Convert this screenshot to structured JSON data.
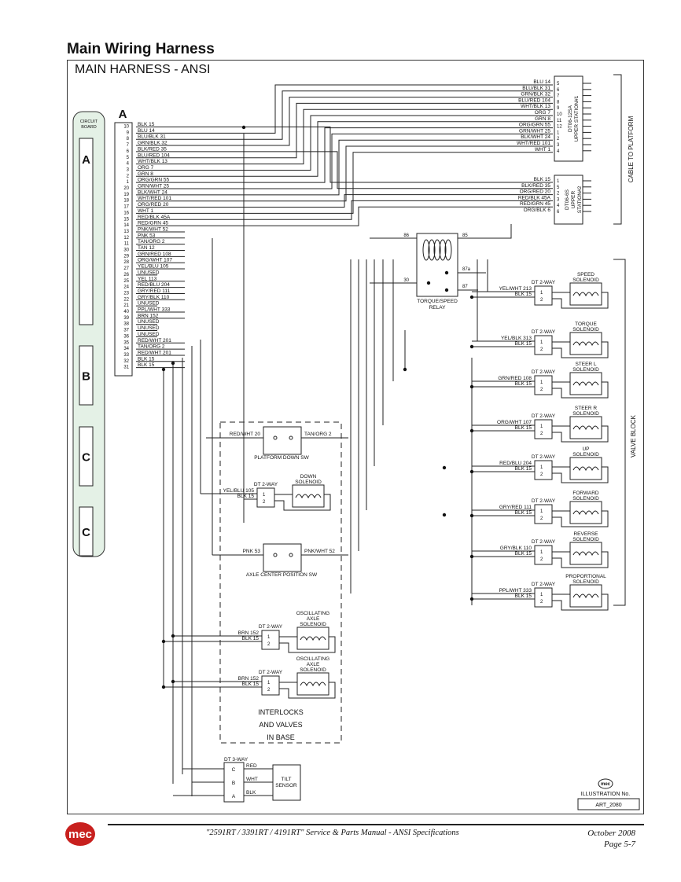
{
  "page": {
    "title": "Main Wiring Harness",
    "diagram_title": "MAIN HARNESS - ANSI"
  },
  "circuit_board": {
    "label": "CIRCUIT BOARD",
    "label_line1": "CIRCUIT",
    "label_line2": "BOARD",
    "slots": [
      "A",
      "B",
      "C",
      "C"
    ]
  },
  "connector_a": {
    "label": "A",
    "pins": [
      {
        "pin": "10",
        "wire": "BLK 15"
      },
      {
        "pin": "9",
        "wire": "BLU 14"
      },
      {
        "pin": "8",
        "wire": "BLU/BLK 31"
      },
      {
        "pin": "7",
        "wire": "GRN/BLK 32"
      },
      {
        "pin": "6",
        "wire": "BLK/RED 35"
      },
      {
        "pin": "5",
        "wire": "BLU/RED 104"
      },
      {
        "pin": "4",
        "wire": "WHT/BLK 13"
      },
      {
        "pin": "3",
        "wire": "ORG 7"
      },
      {
        "pin": "2",
        "wire": "GRN 8"
      },
      {
        "pin": "1",
        "wire": "ORG/GRN 55"
      },
      {
        "pin": "20",
        "wire": "GRN/WHT 25"
      },
      {
        "pin": "19",
        "wire": "BLK/WHT 24"
      },
      {
        "pin": "18",
        "wire": "WHT/RED 101"
      },
      {
        "pin": "17",
        "wire": "ORG/RED 20"
      },
      {
        "pin": "16",
        "wire": "WHT 1"
      },
      {
        "pin": "15",
        "wire": "RED/BLK 45A"
      },
      {
        "pin": "14",
        "wire": "RED/GRN 45"
      },
      {
        "pin": "13",
        "wire": "PNK/WHT 52"
      },
      {
        "pin": "12",
        "wire": "PNK 53"
      },
      {
        "pin": "11",
        "wire": "TAN/ORG 2"
      },
      {
        "pin": "30",
        "wire": "TAN 12"
      },
      {
        "pin": "29",
        "wire": "GRN/RED 108"
      },
      {
        "pin": "28",
        "wire": "ORG/WHT 107"
      },
      {
        "pin": "27",
        "wire": "YEL/BLU 105"
      },
      {
        "pin": "26",
        "wire": "UNUSED"
      },
      {
        "pin": "25",
        "wire": "YEL 113"
      },
      {
        "pin": "24",
        "wire": "RED/BLU 204"
      },
      {
        "pin": "23",
        "wire": "GRY/RED 111"
      },
      {
        "pin": "22",
        "wire": "GRY/BLK 110"
      },
      {
        "pin": "21",
        "wire": "UNUSED"
      },
      {
        "pin": "40",
        "wire": "PPL/WHT 333"
      },
      {
        "pin": "39",
        "wire": "BRN 152"
      },
      {
        "pin": "38",
        "wire": "UNUSED"
      },
      {
        "pin": "37",
        "wire": "UNUSED"
      },
      {
        "pin": "36",
        "wire": "UNUSED"
      },
      {
        "pin": "35",
        "wire": "RED/WHT 201"
      },
      {
        "pin": "34",
        "wire": "TAN/ORG 2"
      },
      {
        "pin": "33",
        "wire": "RED/WHT 201"
      },
      {
        "pin": "32",
        "wire": "BLK 15"
      },
      {
        "pin": "31",
        "wire": "BLK 15"
      }
    ]
  },
  "upper_station_1": {
    "label_line1": "DT06-12SA",
    "label_line2": "UPPER STATION#1",
    "pins": [
      {
        "pin": "5",
        "wire": "BLU 14"
      },
      {
        "pin": "6",
        "wire": "BLU/BLK 31"
      },
      {
        "pin": "7",
        "wire": "GRN/BLK 32"
      },
      {
        "pin": "8",
        "wire": "BLU/RED 104"
      },
      {
        "pin": "9",
        "wire": "WHT/BLK 13"
      },
      {
        "pin": "10",
        "wire": "ORG 7"
      },
      {
        "pin": "11",
        "wire": "GRN 8"
      },
      {
        "pin": "12",
        "wire": "ORG/GRN 55"
      },
      {
        "pin": "1",
        "wire": "GRN/WHT 25"
      },
      {
        "pin": "2",
        "wire": "BLK/WHT 24"
      },
      {
        "pin": "3",
        "wire": "WHT/RED 101"
      },
      {
        "pin": "4",
        "wire": "WHT 1"
      }
    ]
  },
  "upper_station_2": {
    "label_line1": "DT06-6S",
    "label_line2": "UPPER",
    "label_line3": "STATION#2",
    "pins": [
      {
        "pin": "1",
        "wire": "BLK 15"
      },
      {
        "pin": "5",
        "wire": "BLK/RED 35"
      },
      {
        "pin": "2",
        "wire": "ORG/RED 20"
      },
      {
        "pin": "3",
        "wire": "RED/BLK 45A"
      },
      {
        "pin": "4",
        "wire": "RED/GRN 45"
      },
      {
        "pin": "6",
        "wire": "ORG/BLK 6"
      }
    ]
  },
  "cable_to_platform": "CABLE TO  PLATFORM",
  "valve_block": "VALVE BLOCK",
  "relay": {
    "label_line1": "TORQUE/SPEED",
    "label_line2": "RELAY",
    "terminals": [
      "86",
      "85",
      "87a",
      "30",
      "87"
    ]
  },
  "valve_solenoids": [
    {
      "name_line1": "SPEED",
      "name_line2": "SOLENOID",
      "connector": "DT 2-WAY",
      "wire1": "YEL/WHT 213",
      "wire2": "BLK 15"
    },
    {
      "name_line1": "TORQUE",
      "name_line2": "SOLENOID",
      "connector": "DT 2-WAY",
      "wire1": "YEL/BLK 313",
      "wire2": "BLK 15"
    },
    {
      "name_line1": "STEER L",
      "name_line2": "SOLENOID",
      "connector": "DT 2-WAY",
      "wire1": "GRN/RED 108",
      "wire2": "BLK 15"
    },
    {
      "name_line1": "STEER R",
      "name_line2": "SOLENOID",
      "connector": "DT 2-WAY",
      "wire1": "ORG/WHT 107",
      "wire2": "BLK 15"
    },
    {
      "name_line1": "UP",
      "name_line2": "SOLENOID",
      "connector": "DT 2-WAY",
      "wire1": "RED/BLU 204",
      "wire2": "BLK 15"
    },
    {
      "name_line1": "FORWARD",
      "name_line2": "SOLENOID",
      "connector": "DT 2-WAY",
      "wire1": "GRY/RED 111",
      "wire2": "BLK 15"
    },
    {
      "name_line1": "REVERSE",
      "name_line2": "SOLENOID",
      "connector": "DT 2-WAY",
      "wire1": "GRY/BLK 110",
      "wire2": "BLK 15"
    },
    {
      "name_line1": "PROPORTIONAL",
      "name_line2": "SOLENOID",
      "connector": "DT 2-WAY",
      "wire1": "PPL/WHT 333",
      "wire2": "BLK 15"
    }
  ],
  "base": {
    "platform_down_sw": {
      "label": "PLATFORM DOWN SW",
      "wire_left": "RED/WHT 20",
      "wire_right": "TAN/ORG 2"
    },
    "down_solenoid": {
      "name_line1": "DOWN",
      "name_line2": "SOLENOID",
      "connector": "DT 2-WAY",
      "wire1": "YEL/BLU 105",
      "wire2": "BLK 15"
    },
    "axle_sw": {
      "label": "AXLE CENTER POSITION SW",
      "wire_left": "PNK 53",
      "wire_right": "PNK/WHT 52"
    },
    "osc_solenoids": [
      {
        "name_line1": "OSCILLATING",
        "name_line2": "AXLE",
        "name_line3": "SOLENOID",
        "connector": "DT 2-WAY",
        "wire1": "BRN 152",
        "wire2": "BLK 15"
      },
      {
        "name_line1": "OSCILLATING",
        "name_line2": "AXLE",
        "name_line3": "SOLENOID",
        "connector": "DT 2-WAY",
        "wire1": "BRN 152",
        "wire2": "BLK 15"
      }
    ],
    "caption_line1": "INTERLOCKS",
    "caption_line2": "AND VALVES",
    "caption_line3": "IN BASE"
  },
  "tilt_sensor": {
    "connector": "DT 3-WAY",
    "label_line1": "TILT",
    "label_line2": "SENSOR",
    "pins": [
      {
        "pin": "C",
        "wire": "RED"
      },
      {
        "pin": "B",
        "wire": "WHT"
      },
      {
        "pin": "A",
        "wire": "BLK"
      }
    ]
  },
  "illustration": {
    "logo": "mec",
    "label": "ILLUSTRATION No.",
    "number": "ART_2080"
  },
  "footer": {
    "logo": "mec",
    "document": "\"2591RT / 3391RT / 4191RT\" Service & Parts Manual - ANSI Specifications",
    "date": "October 2008",
    "page": "Page 5-7"
  }
}
